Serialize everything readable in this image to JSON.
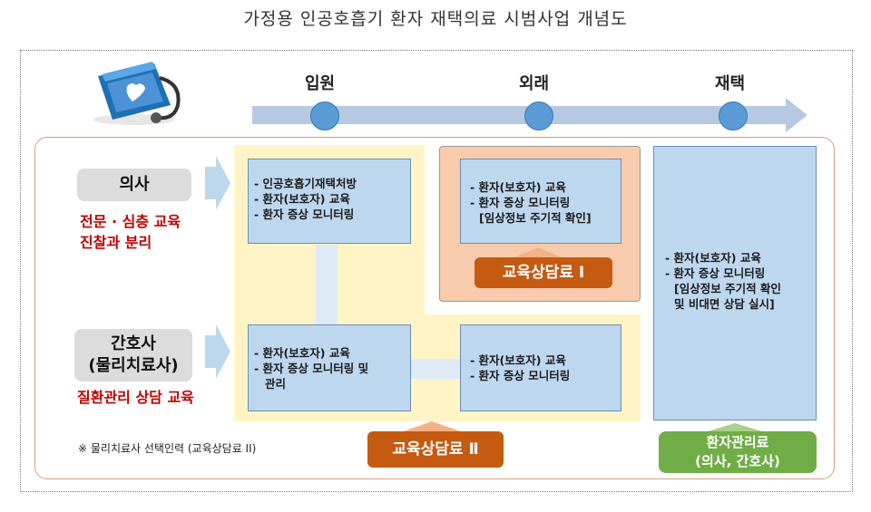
{
  "title": "가정용 인공호흡기 환자 재택의료 시범사업 개념도",
  "timeline": {
    "stages": [
      "입원",
      "외래",
      "재택"
    ]
  },
  "roles": {
    "doctor": {
      "name": "의사",
      "desc_line1": "전문 · 심층 교육",
      "desc_line2": "진찰과 분리"
    },
    "nurse": {
      "name_line1": "간호사",
      "name_line2": "(물리치료사)",
      "desc": "질환관리 상담 교육"
    }
  },
  "boxes": {
    "inpatient_doctor": [
      "- 인공호흡기재택처방",
      "- 환자(보호자) 교육",
      "- 환자 증상 모니터링"
    ],
    "outpatient_doctor": [
      "- 환자(보호자) 교육",
      "- 환자 증상 모니터링",
      "[임상정보 주기적 확인]"
    ],
    "inpatient_nurse": [
      "- 환자(보호자) 교육",
      "- 환자 증상 모니터링 및",
      "관리"
    ],
    "outpatient_nurse": [
      "- 환자(보호자) 교육",
      "- 환자 증상 모니터링"
    ],
    "home": [
      "- 환자(보호자) 교육",
      "- 환자 증상 모니터링",
      "[임상정보 주기적 확인",
      "및 비대면 상담 실시]"
    ]
  },
  "labels": {
    "edu1": "교육상담료 Ⅰ",
    "edu2": "교육상담료 Ⅱ",
    "mgmt_line1": "환자관리료",
    "mgmt_line2": "(의사, 간호사)"
  },
  "note": "※ 물리치료사 선택인력 (교육상담료 II)",
  "icon": "medical-folder-stethoscope-icon",
  "colors": {
    "timeline": "#b7c9e2",
    "dot": "#5b9bd5",
    "blue_box": "#bdd7ee",
    "yellow_zone": "#fff4c6",
    "peach_zone": "#f8cbad",
    "orange_label": "#c55a11",
    "green_label": "#70ad47",
    "red_text": "#c00000"
  }
}
